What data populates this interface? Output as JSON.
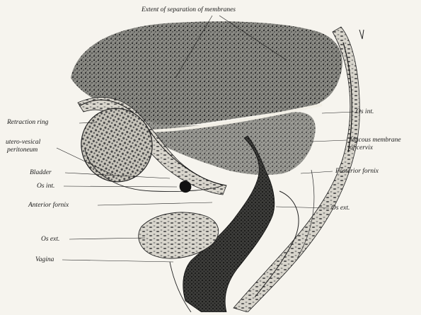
{
  "figure": {
    "labels": {
      "top": "Extent of separation of membranes",
      "retraction_ring": "Retraction ring",
      "utero_vesical_1": "utero-vesical",
      "utero_vesical_2": "peritoneum",
      "bladder": "Bladder",
      "os_int_left": "Os int.",
      "anterior_fornix": "Anterior fornix",
      "os_ext_left": "Os ext.",
      "vagina": "Vagina",
      "os_int_right": "Os int.",
      "mucous_1": "Mucous membrane",
      "mucous_2": "of cervix",
      "posterior_fornix": "Posterior fornix",
      "os_ext_right": "Os ext."
    },
    "colors": {
      "paper": "#f6f4ee",
      "ink": "#1a1a1a",
      "stipple": "#3a3a3a"
    }
  }
}
